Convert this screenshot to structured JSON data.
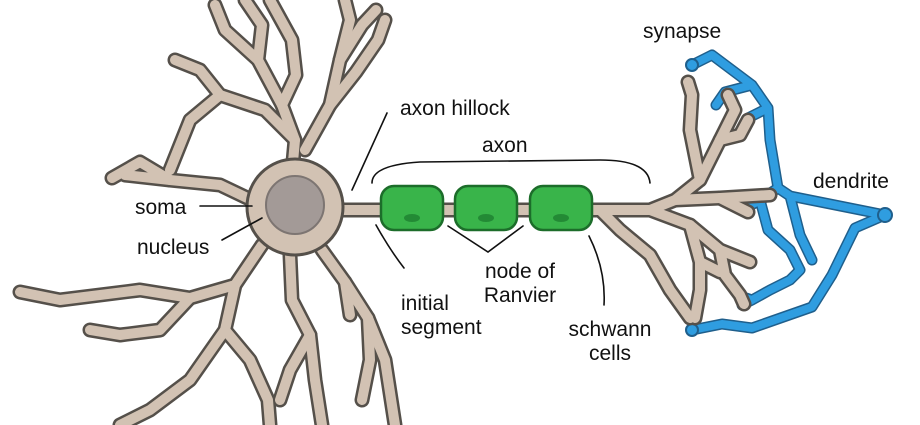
{
  "labels": {
    "synapse": "synapse",
    "axon_hillock": "axon hillock",
    "axon": "axon",
    "dendrite": "dendrite",
    "soma": "soma",
    "nucleus": "nucleus",
    "node_of_ranvier_line1": "node of",
    "node_of_ranvier_line2": "Ranvier",
    "initial_segment_line1": "initial",
    "initial_segment_line2": "segment",
    "schwann_cells_line1": "schwann",
    "schwann_cells_line2": "cells"
  },
  "colors": {
    "neuron_fill": "#d2c2b3",
    "neuron_outline": "#55504a",
    "nucleus": "#a39a97",
    "schwann_cell": "#39b44a",
    "schwann_outline": "#1c6d2a",
    "synaptic_dendrite": "#2f9de0",
    "annotation_line": "#111111"
  }
}
